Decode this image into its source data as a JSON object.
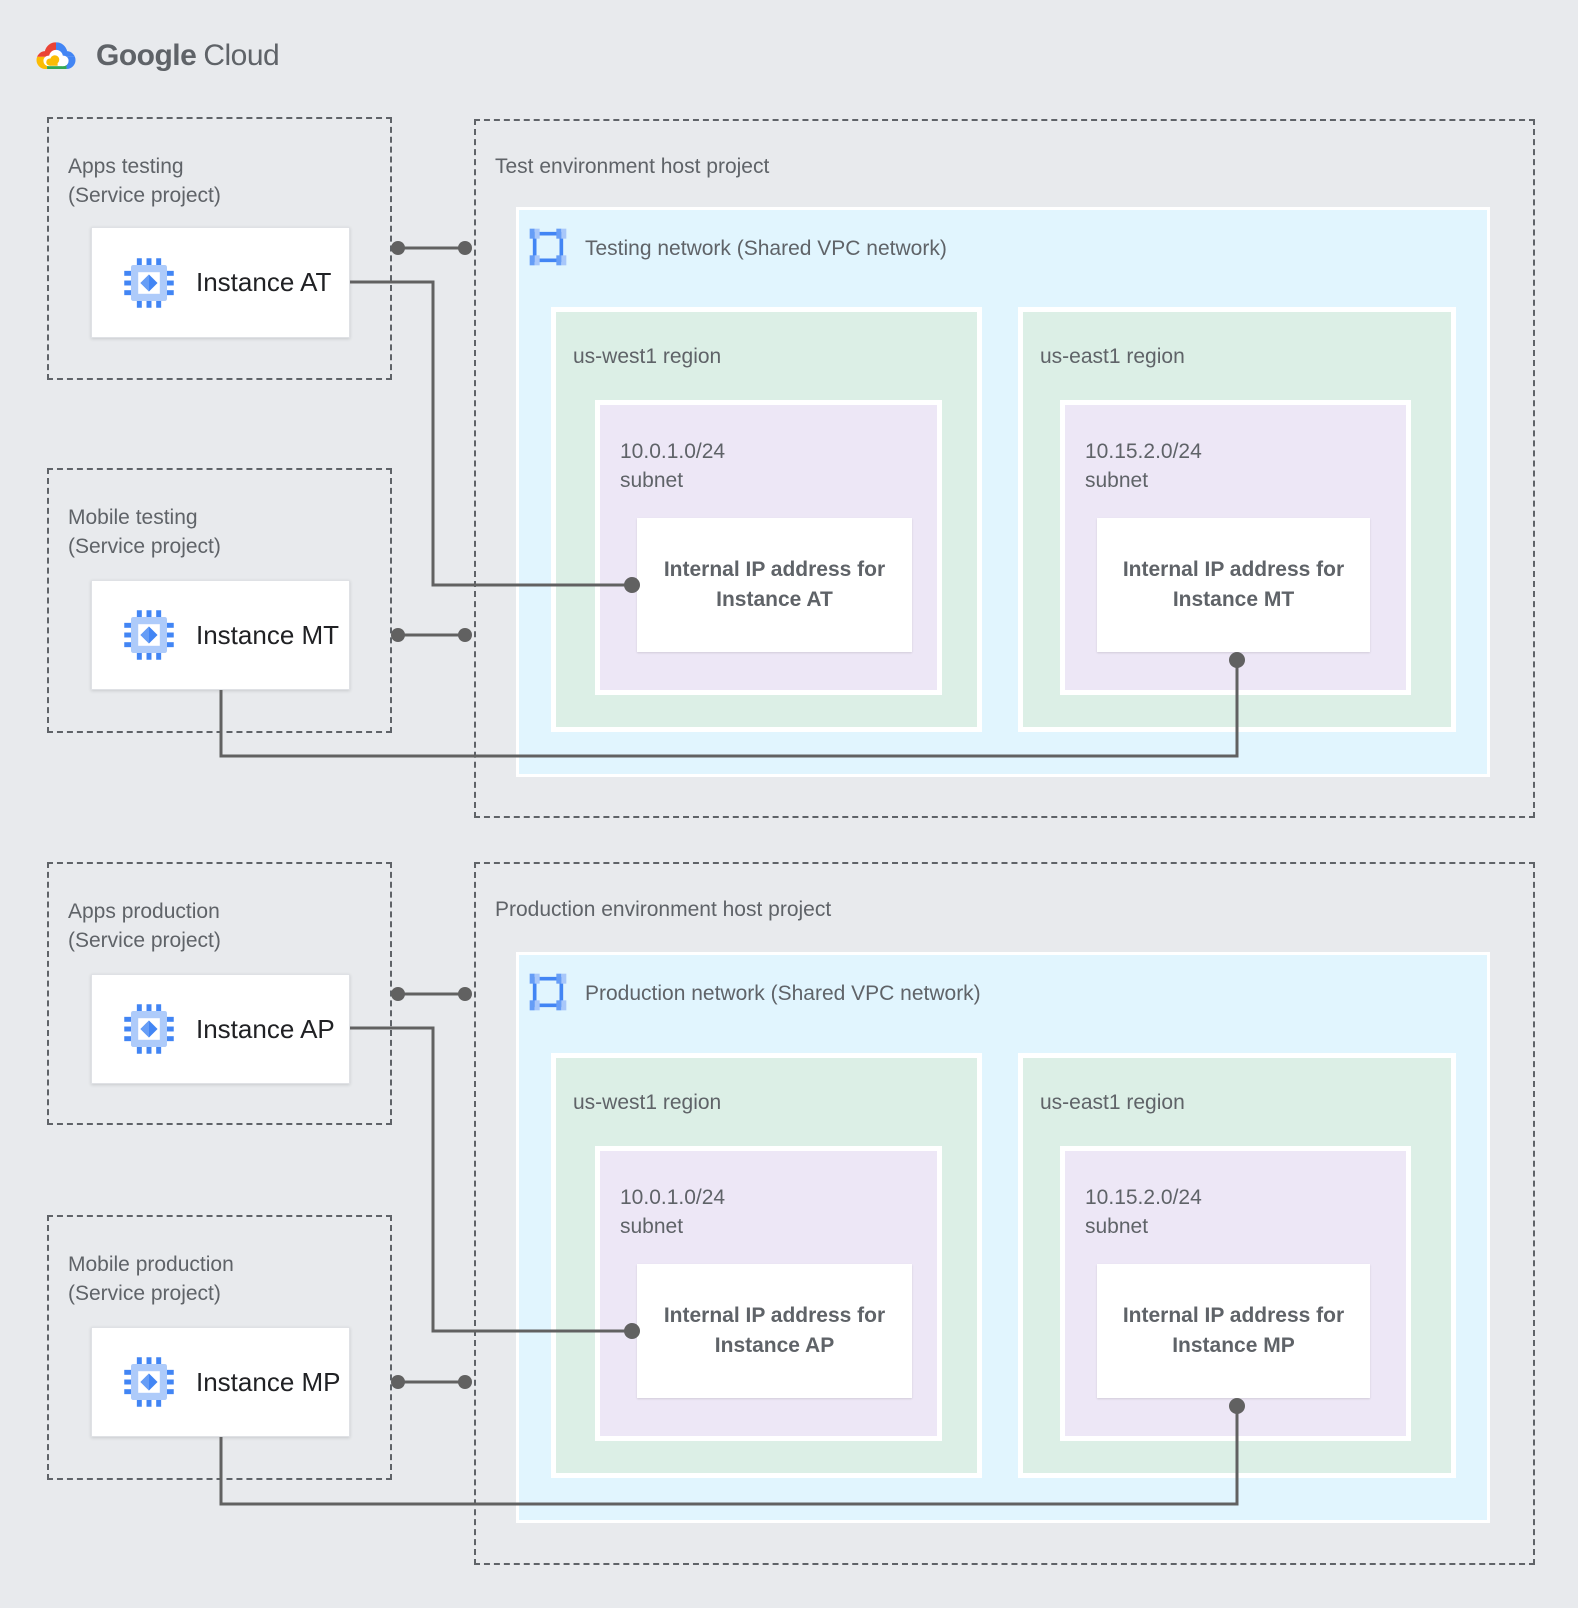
{
  "logo": {
    "brand": "Google",
    "product": "Cloud"
  },
  "icons": {
    "logo": "google-cloud-logo",
    "instance": "compute-engine-chip",
    "network": "vpc-network"
  },
  "colors": {
    "background": "#e8eaed",
    "network_blue": "#e1f5fe",
    "region_green": "#dcefe6",
    "subnet_purple": "#ede7f6",
    "connector_gray": "#616161",
    "dashed_border": "#5f6368",
    "google_blue": "#4285F4",
    "google_red": "#EA4335",
    "google_yellow": "#FBBC04",
    "google_green": "#34A853"
  },
  "test": {
    "service_projects": [
      {
        "name": "Apps testing",
        "type": "(Service project)",
        "instance": "Instance AT"
      },
      {
        "name": "Mobile testing",
        "type": "(Service project)",
        "instance": "Instance MT"
      }
    ],
    "host": {
      "title": "Test environment host project",
      "network_label": "Testing network (Shared VPC network)",
      "regions": [
        {
          "name": "us-west1 region",
          "cidr": "10.0.1.0/24",
          "subnet_label": "subnet",
          "ip_title": "Internal IP address for",
          "ip_instance": "Instance AT"
        },
        {
          "name": "us-east1 region",
          "cidr": "10.15.2.0/24",
          "subnet_label": "subnet",
          "ip_title": "Internal IP address for",
          "ip_instance": "Instance MT"
        }
      ]
    }
  },
  "production": {
    "service_projects": [
      {
        "name": "Apps production",
        "type": "(Service project)",
        "instance": "Instance AP"
      },
      {
        "name": "Mobile production",
        "type": "(Service project)",
        "instance": "Instance MP"
      }
    ],
    "host": {
      "title": "Production environment host project",
      "network_label": "Production network (Shared VPC network)",
      "regions": [
        {
          "name": "us-west1 region",
          "cidr": "10.0.1.0/24",
          "subnet_label": "subnet",
          "ip_title": "Internal IP address for",
          "ip_instance": "Instance AP"
        },
        {
          "name": "us-east1 region",
          "cidr": "10.15.2.0/24",
          "subnet_label": "subnet",
          "ip_title": "Internal IP address for",
          "ip_instance": "Instance MP"
        }
      ]
    }
  }
}
